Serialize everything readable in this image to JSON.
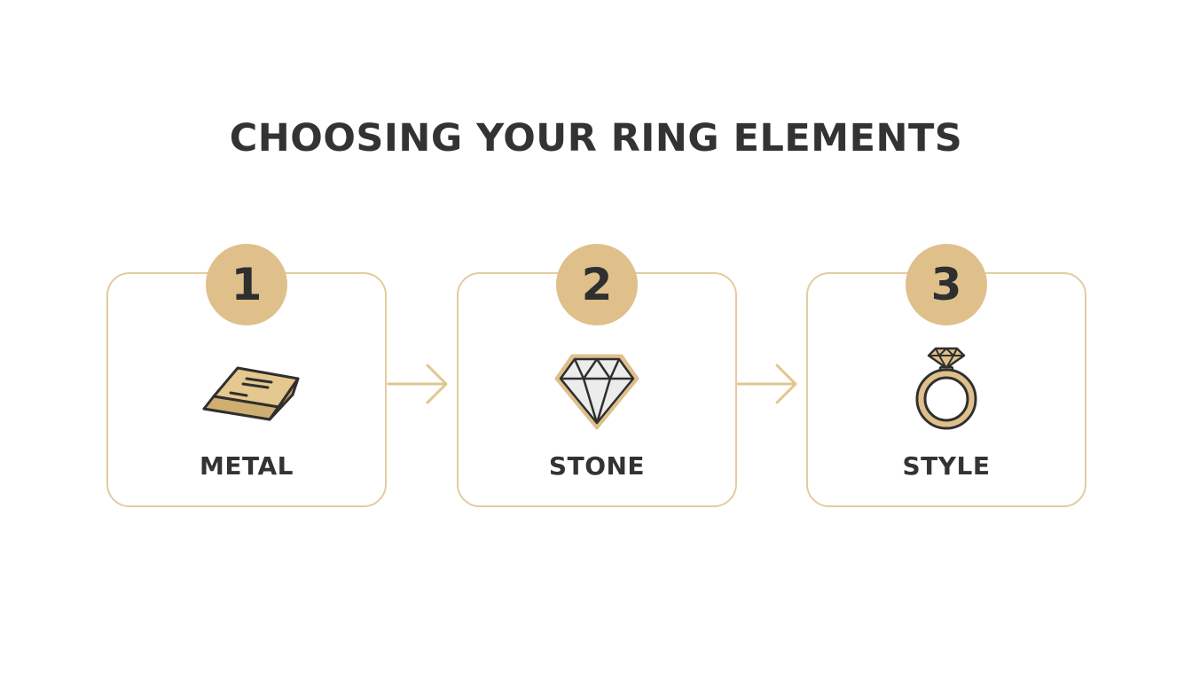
{
  "title": "CHOOSING YOUR RING ELEMENTS",
  "colors": {
    "accent": "#dfc08b",
    "card_border": "#e3cc9f",
    "text": "#333333",
    "icon_stroke": "#2f2f2f",
    "icon_fill_gold": "#dfc08b",
    "icon_fill_stone": "#ececec"
  },
  "steps": [
    {
      "number": "1",
      "label": "METAL",
      "icon": "gold-bar-icon"
    },
    {
      "number": "2",
      "label": "STONE",
      "icon": "diamond-icon"
    },
    {
      "number": "3",
      "label": "STYLE",
      "icon": "ring-icon"
    }
  ],
  "connectors": [
    "arrow-right-icon",
    "arrow-right-icon"
  ]
}
